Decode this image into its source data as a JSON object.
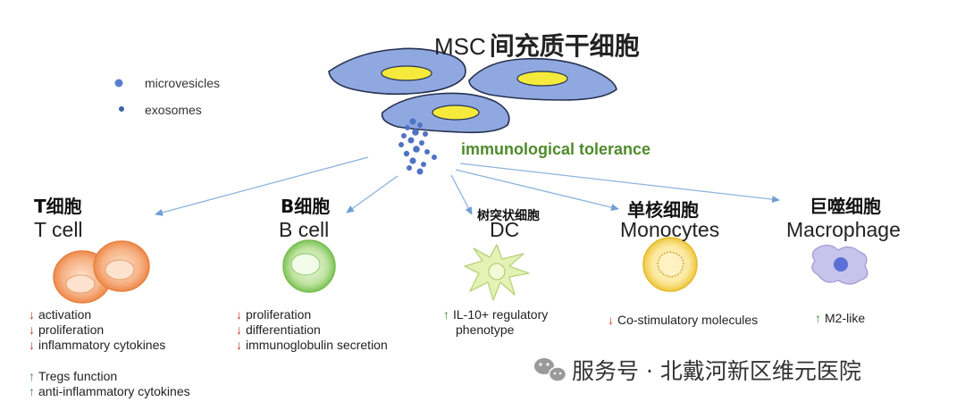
{
  "title": {
    "msc": "MSC",
    "msc_cn": "间充质干细胞"
  },
  "legend": [
    {
      "label": "microvesicles",
      "color": "#5a7fd0"
    },
    {
      "label": "exosomes",
      "color": "#3f5fae"
    }
  ],
  "center_label": "immunological tolerance",
  "colors": {
    "msc_cell": "#8fa8e0",
    "nucleus": "#f5ea3c",
    "arrow": "#8cb3dd",
    "tolerance": "#4f8a2c",
    "down": "#c0392b",
    "up": "#3d8b3d"
  },
  "targets": [
    {
      "cn": "T细胞",
      "en": "T cell",
      "effects": [
        {
          "dir": "down",
          "text": "activation"
        },
        {
          "dir": "down",
          "text": "proliferation"
        },
        {
          "dir": "down",
          "text": "inflammatory cytokines"
        },
        {
          "dir": "up",
          "text": "Tregs function"
        },
        {
          "dir": "up",
          "text": "anti-inflammatory cytokines"
        }
      ]
    },
    {
      "cn": "B细胞",
      "en": "B cell",
      "effects": [
        {
          "dir": "down",
          "text": "proliferation"
        },
        {
          "dir": "down",
          "text": "differentiation"
        },
        {
          "dir": "down",
          "text": "immunoglobulin secretion"
        }
      ]
    },
    {
      "cn": "树突状细胞",
      "en": "DC",
      "effects": [
        {
          "dir": "up",
          "text": "IL-10+ regulatory"
        },
        {
          "dir": "none",
          "text": "phenotype"
        }
      ]
    },
    {
      "cn": "单核细胞",
      "en": "Monocytes",
      "effects": [
        {
          "dir": "down",
          "text": "Co-stimulatory molecules"
        }
      ]
    },
    {
      "cn": "巨噬细胞",
      "en": "Macrophage",
      "effects": [
        {
          "dir": "up",
          "text": "M2-like"
        }
      ]
    }
  ],
  "arrow_symbols": {
    "down": "↓",
    "up": "↑"
  },
  "watermark": {
    "text": "服务号 · 北戴河新区维元医院",
    "icon": "wechat-icon"
  }
}
